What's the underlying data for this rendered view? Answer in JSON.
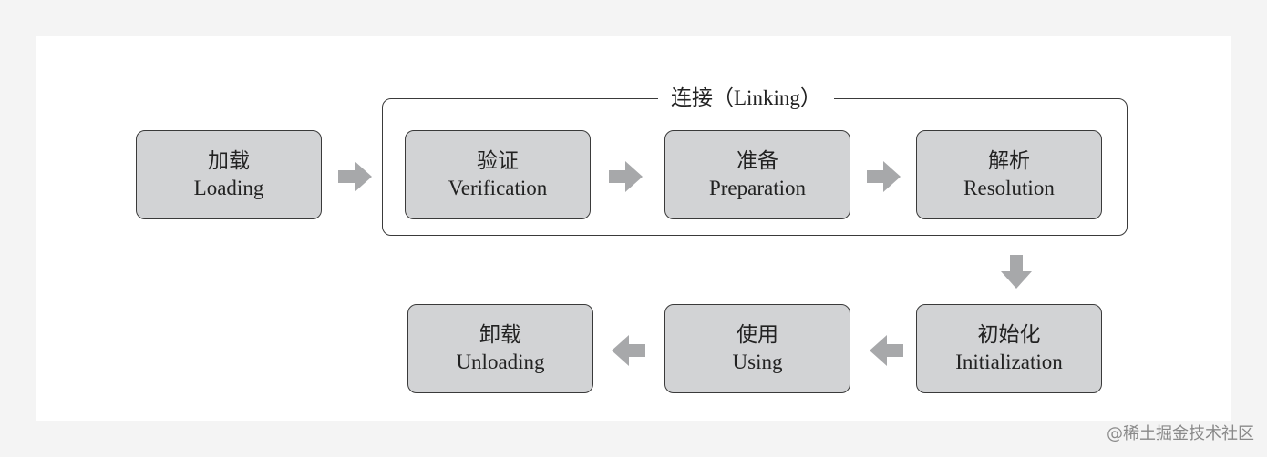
{
  "group": {
    "title_zh": "连接",
    "title_en": "Linking"
  },
  "nodes": [
    {
      "id": "loading",
      "zh": "加载",
      "en": "Loading"
    },
    {
      "id": "verification",
      "zh": "验证",
      "en": "Verification"
    },
    {
      "id": "preparation",
      "zh": "准备",
      "en": "Preparation"
    },
    {
      "id": "resolution",
      "zh": "解析",
      "en": "Resolution"
    },
    {
      "id": "initialization",
      "zh": "初始化",
      "en": "Initialization"
    },
    {
      "id": "using",
      "zh": "使用",
      "en": "Using"
    },
    {
      "id": "unloading",
      "zh": "卸载",
      "en": "Unloading"
    }
  ],
  "edges": [
    {
      "from": "loading",
      "to": "verification"
    },
    {
      "from": "verification",
      "to": "preparation"
    },
    {
      "from": "preparation",
      "to": "resolution"
    },
    {
      "from": "resolution",
      "to": "initialization"
    },
    {
      "from": "initialization",
      "to": "using"
    },
    {
      "from": "using",
      "to": "unloading"
    }
  ],
  "watermark": "@稀土掘金技术社区",
  "colors": {
    "node_fill": "#d2d3d5",
    "node_border": "#3a3a3a",
    "arrow": "#a7a8aa",
    "background": "#ffffff"
  }
}
